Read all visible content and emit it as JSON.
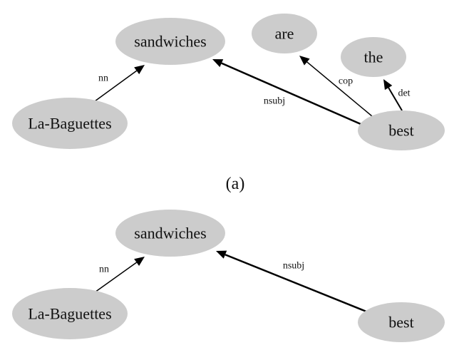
{
  "figure": {
    "caption_a": "(a)",
    "background": "#ffffff",
    "node_color": "#cccccc",
    "edge_color": "#000000"
  },
  "graphs": [
    {
      "id": "a",
      "nodes": [
        {
          "id": "sandwiches",
          "label": "sandwiches"
        },
        {
          "id": "are",
          "label": "are"
        },
        {
          "id": "the",
          "label": "the"
        },
        {
          "id": "La-Baguettes",
          "label": "La-Baguettes"
        },
        {
          "id": "best",
          "label": "best"
        }
      ],
      "edges": [
        {
          "from": "La-Baguettes",
          "to": "sandwiches",
          "label": "nn"
        },
        {
          "from": "best",
          "to": "sandwiches",
          "label": "nsubj"
        },
        {
          "from": "best",
          "to": "are",
          "label": "cop"
        },
        {
          "from": "best",
          "to": "the",
          "label": "det"
        }
      ]
    },
    {
      "id": "b",
      "nodes": [
        {
          "id": "sandwiches",
          "label": "sandwiches"
        },
        {
          "id": "La-Baguettes",
          "label": "La-Baguettes"
        },
        {
          "id": "best",
          "label": "best"
        }
      ],
      "edges": [
        {
          "from": "La-Baguettes",
          "to": "sandwiches",
          "label": "nn"
        },
        {
          "from": "best",
          "to": "sandwiches",
          "label": "nsubj"
        }
      ]
    }
  ]
}
